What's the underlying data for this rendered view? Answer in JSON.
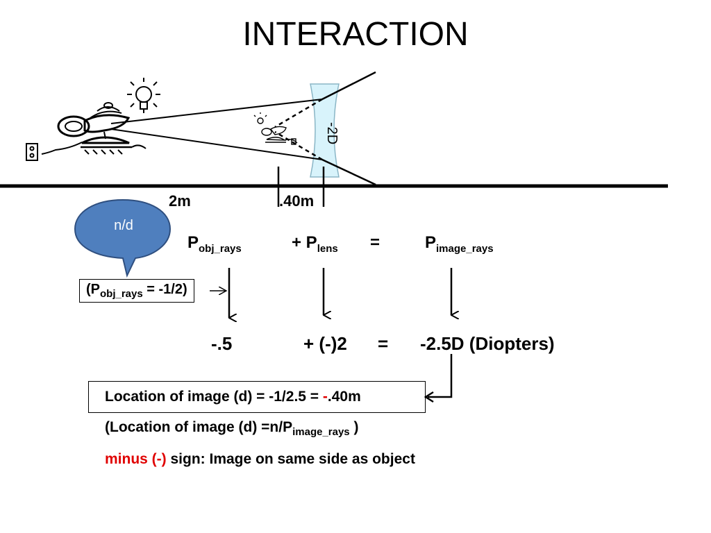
{
  "title": "INTERACTION",
  "diagram": {
    "lens_label": "-2D",
    "distance_object": "2m",
    "distance_image": ".40m"
  },
  "bubble": {
    "text": "n/d"
  },
  "note": {
    "prefix": "(P",
    "sub": "obj_rays",
    "suffix": " = -1/2)"
  },
  "equation": {
    "p_obj": "P",
    "p_obj_sub": "obj_rays",
    "plus_lens": "+ P",
    "lens_sub": "lens",
    "equals": "=",
    "p_image": "P",
    "p_image_sub": "image_rays"
  },
  "result": {
    "obj_value": "-.5",
    "lens_value": "+ (-)2",
    "equals": "=",
    "image_value": "-2.5D (Diopters)"
  },
  "location_box": {
    "text": "Location of image (d) = -1/2.5 = ",
    "minus": "-",
    "value": ".40m"
  },
  "location_formula": {
    "prefix": "(Location of image (d) =n/P",
    "sub": "image_rays",
    "suffix": " )"
  },
  "sign_note": {
    "red": "minus (-)",
    "rest": " sign: Image on same side as object"
  },
  "colors": {
    "bubble": "#4f7fbe",
    "lens": "#d8f3fb",
    "red": "#e00000"
  }
}
